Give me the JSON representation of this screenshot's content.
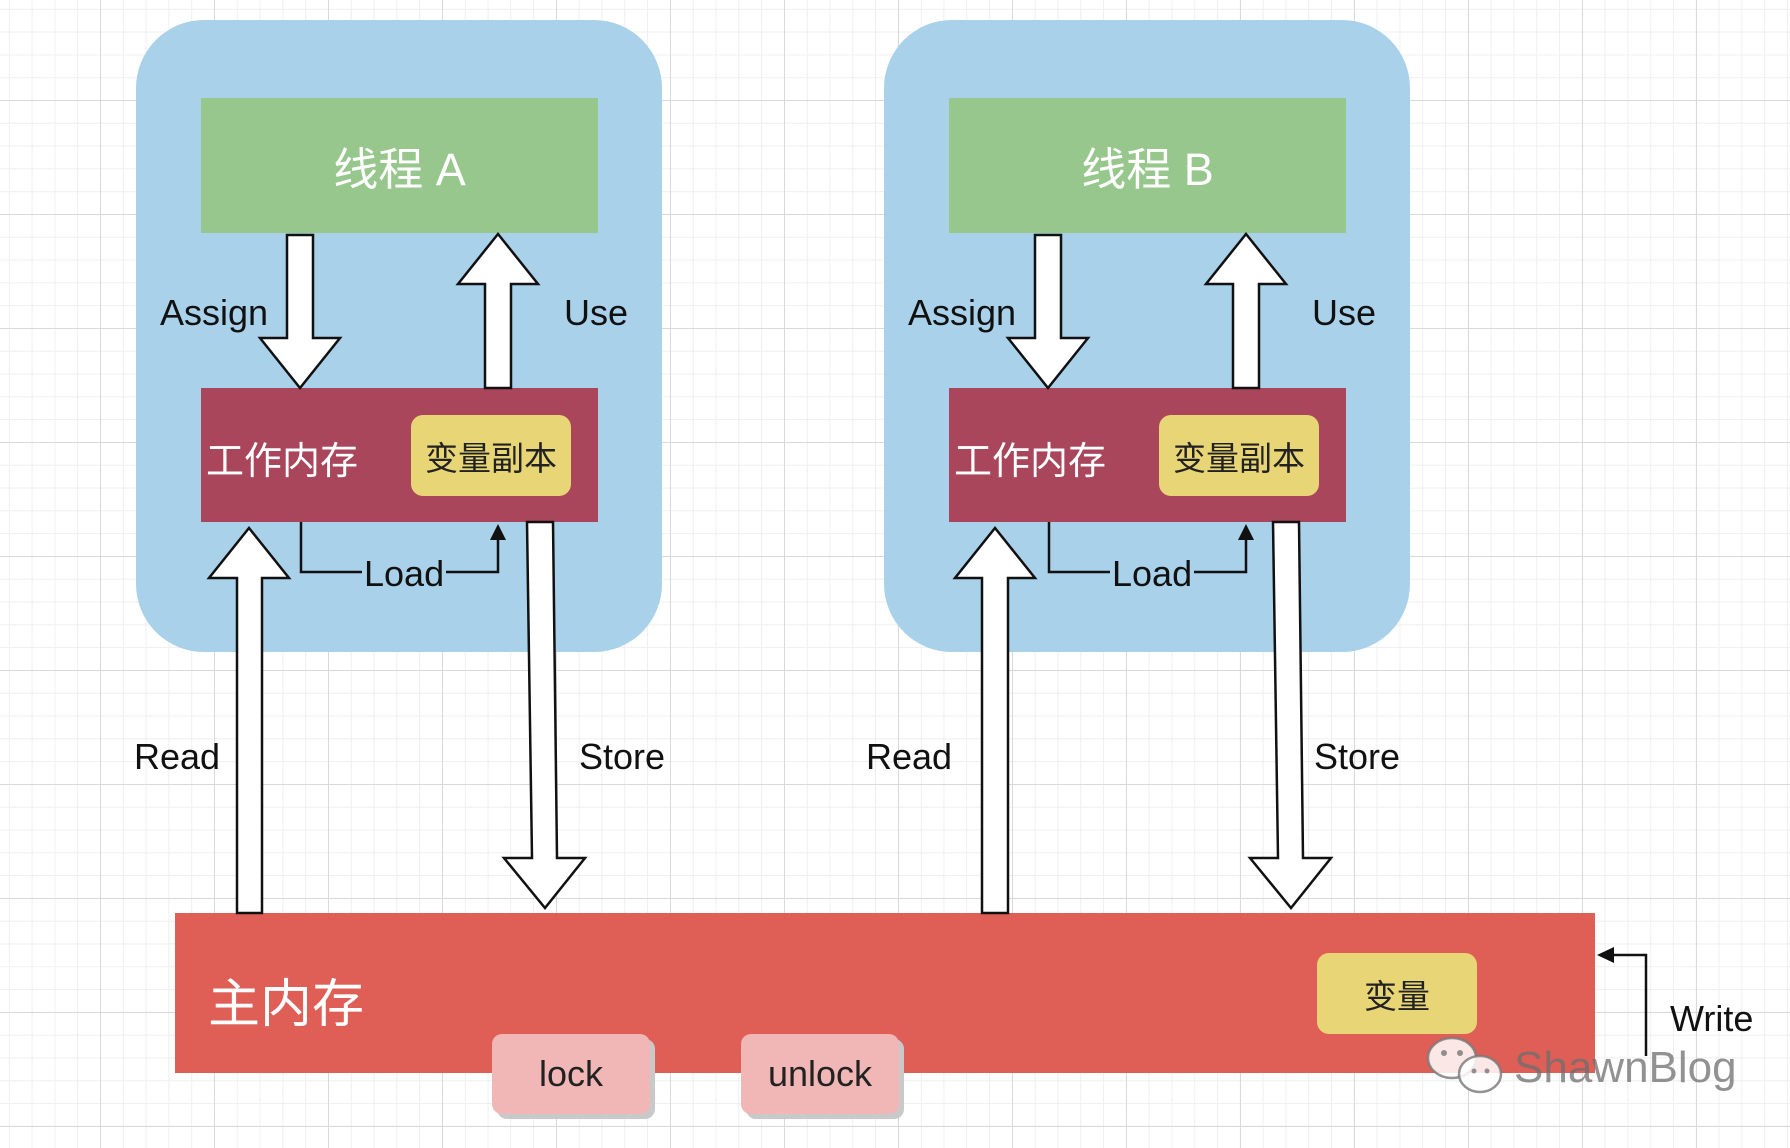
{
  "thread_a": {
    "title": "线程 A",
    "working_memory": "工作内存",
    "variable_copy": "变量副本",
    "assign": "Assign",
    "use": "Use",
    "load": "Load",
    "read": "Read",
    "store": "Store"
  },
  "thread_b": {
    "title": "线程 B",
    "working_memory": "工作内存",
    "variable_copy": "变量副本",
    "assign": "Assign",
    "use": "Use",
    "load": "Load",
    "read": "Read",
    "store": "Store"
  },
  "main_memory": {
    "label": "主内存",
    "variable": "变量",
    "lock": "lock",
    "unlock": "unlock",
    "write": "Write"
  },
  "watermark": "ShawnBlog",
  "colors": {
    "thread_background": "#a9d1ea",
    "thread_title": "#97c78c",
    "working_memory": "#a9465c",
    "variable_box": "#e8d576",
    "main_memory": "#df5f57",
    "lock_pill": "#f1b6b6"
  }
}
